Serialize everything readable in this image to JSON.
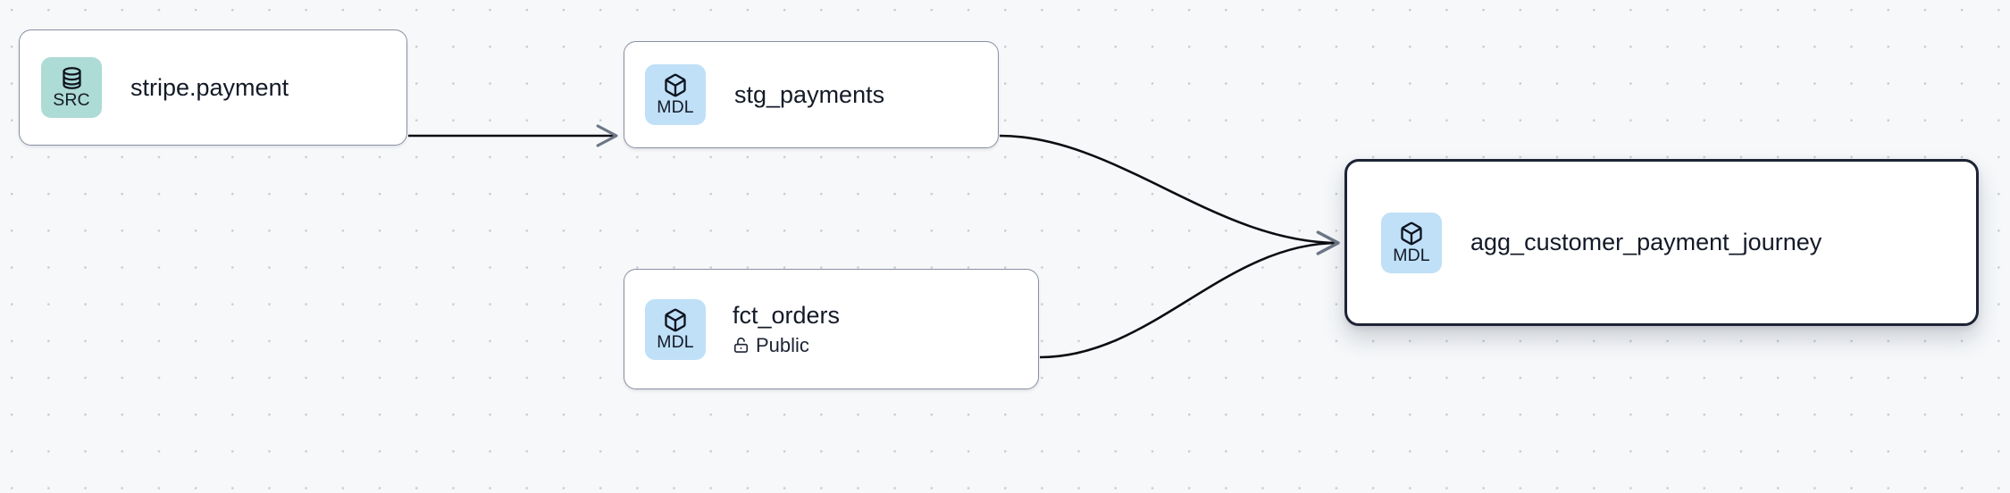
{
  "canvas": {
    "background_color": "#f6f8fa",
    "grid_dot_color": "#c8ccd6",
    "edge_color": "#0b0d12",
    "selected_border_color": "#1d2334",
    "node_border_color": "#8a90a2",
    "src_badge_color": "#addbd6",
    "mdl_badge_color": "#bfe0f7",
    "text_color": "#141a27"
  },
  "nodes": [
    {
      "id": "stripe-payment",
      "title": "stripe.payment",
      "badge_label": "SRC",
      "badge_icon": "database-icon",
      "badge_kind": "src",
      "meta": null,
      "meta_icon": null,
      "selected": false
    },
    {
      "id": "stg-payments",
      "title": "stg_payments",
      "badge_label": "MDL",
      "badge_icon": "cube-icon",
      "badge_kind": "mdl",
      "meta": null,
      "meta_icon": null,
      "selected": false
    },
    {
      "id": "fct-orders",
      "title": "fct_orders",
      "badge_label": "MDL",
      "badge_icon": "cube-icon",
      "badge_kind": "mdl",
      "meta": "Public",
      "meta_icon": "unlock-icon",
      "selected": false
    },
    {
      "id": "agg-customer-payment-journey",
      "title": "agg_customer_payment_journey",
      "badge_label": "MDL",
      "badge_icon": "cube-icon",
      "badge_kind": "mdl",
      "meta": null,
      "meta_icon": null,
      "selected": true
    }
  ],
  "edges": [
    {
      "id": "edge-stripe-to-stg",
      "from": "stripe-payment",
      "to": "stg-payments",
      "style": "straight",
      "arrowhead": true
    },
    {
      "id": "edge-stg-to-agg",
      "from": "stg-payments",
      "to": "agg-customer-payment-journey",
      "style": "bezier",
      "arrowhead": true
    },
    {
      "id": "edge-fct-to-agg",
      "from": "fct-orders",
      "to": "agg-customer-payment-journey",
      "style": "bezier",
      "arrowhead": true
    }
  ]
}
